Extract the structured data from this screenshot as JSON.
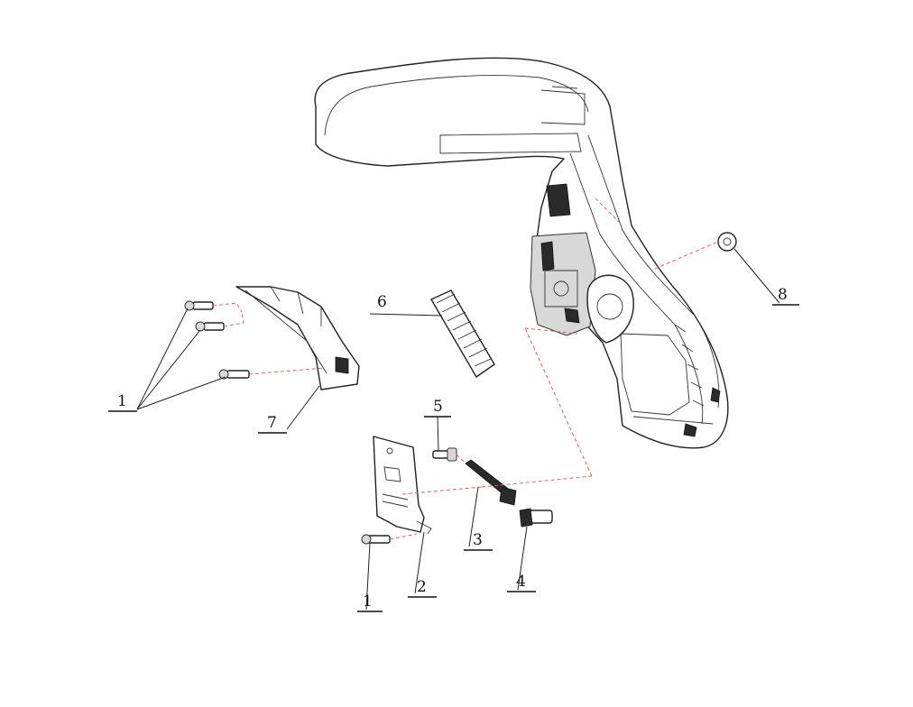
{
  "diagram": {
    "callouts": [
      {
        "id": "c1a",
        "label": "1"
      },
      {
        "id": "c1b",
        "label": "1"
      },
      {
        "id": "c2",
        "label": "2"
      },
      {
        "id": "c3",
        "label": "3"
      },
      {
        "id": "c4",
        "label": "4"
      },
      {
        "id": "c5",
        "label": "5"
      },
      {
        "id": "c6",
        "label": "6"
      },
      {
        "id": "c7",
        "label": "7"
      },
      {
        "id": "c8",
        "label": "8"
      }
    ]
  }
}
